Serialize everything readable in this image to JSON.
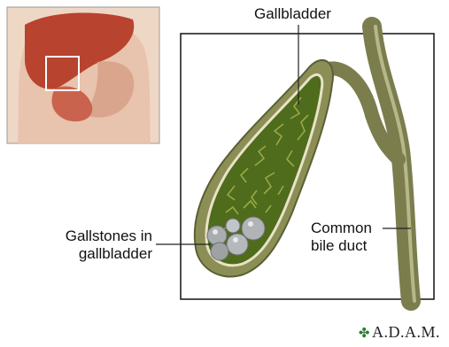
{
  "labels": {
    "gallbladder": "Gallbladder",
    "gallstones_line1": "Gallstones in",
    "gallstones_line2": "gallbladder",
    "common_line1": "Common",
    "common_line2": "bile duct"
  },
  "logo": {
    "text": "A.D.A.M.",
    "icon": "leaf-icon"
  },
  "colors": {
    "gallbladder_wall": "#8b8f56",
    "gallbladder_interior": "#4f6b1c",
    "bile_duct": "#7b7d4d",
    "stones": "#a9adb0",
    "liver": "#b8432f"
  }
}
